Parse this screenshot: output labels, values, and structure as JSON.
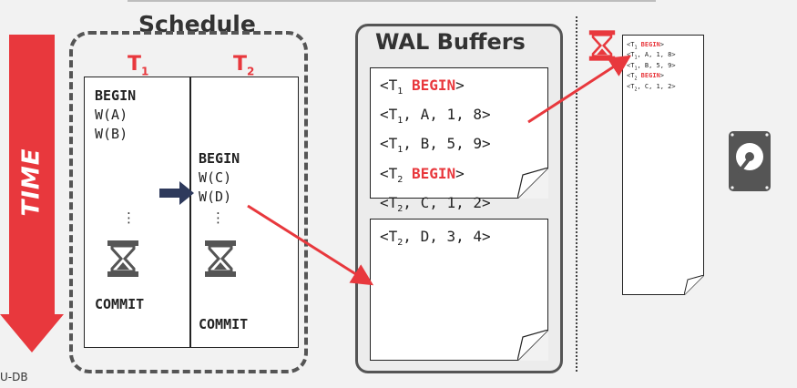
{
  "footer": "U-DB",
  "time_label": "TIME",
  "schedule": {
    "title": "Schedule",
    "t1_header": {
      "main": "T",
      "sub": "1"
    },
    "t2_header": {
      "main": "T",
      "sub": "2"
    },
    "t1_ops": [
      "BEGIN",
      "W(A)",
      "W(B)"
    ],
    "t1_dots": "⋮",
    "t1_commit": "COMMIT",
    "t2_ops": [
      "BEGIN",
      "W(C)",
      "W(D)"
    ],
    "t2_dots": "⋮",
    "t2_commit": "COMMIT"
  },
  "wal": {
    "title": "WAL Buffers",
    "page1": [
      {
        "pre": "<T",
        "sub": "1",
        "mid": " ",
        "red": "BEGIN",
        "post": ">"
      },
      {
        "pre": "<T",
        "sub": "1",
        "mid": ", A, 1, 8>",
        "red": "",
        "post": ""
      },
      {
        "pre": "<T",
        "sub": "1",
        "mid": ", B, 5, 9>",
        "red": "",
        "post": ""
      },
      {
        "pre": "<T",
        "sub": "2",
        "mid": " ",
        "red": "BEGIN",
        "post": ">"
      },
      {
        "pre": "<T",
        "sub": "2",
        "mid": ", C, 1, 2>",
        "red": "",
        "post": ""
      }
    ],
    "page2": [
      {
        "pre": "<T",
        "sub": "2",
        "mid": ", D, 3, 4>",
        "red": "",
        "post": ""
      }
    ]
  },
  "disk": {
    "lines": [
      {
        "pre": "<T",
        "sub": "1",
        "mid": " ",
        "red": "BEGIN",
        "post": ">"
      },
      {
        "pre": "<T",
        "sub": "1",
        "mid": ", A, 1, 8>",
        "red": "",
        "post": ""
      },
      {
        "pre": "<T",
        "sub": "1",
        "mid": ", B, 5, 9>",
        "red": "",
        "post": ""
      },
      {
        "pre": "<T",
        "sub": "2",
        "mid": " ",
        "red": "BEGIN",
        "post": ">"
      },
      {
        "pre": "<T",
        "sub": "2",
        "mid": ", C, 1, 2>",
        "red": "",
        "post": ""
      }
    ]
  },
  "colors": {
    "accent": "#e8383d",
    "dark": "#555555",
    "cursor": "#2e3a5c"
  },
  "icons": [
    "hourglass-icon",
    "disk-icon",
    "cursor-arrow-icon"
  ]
}
